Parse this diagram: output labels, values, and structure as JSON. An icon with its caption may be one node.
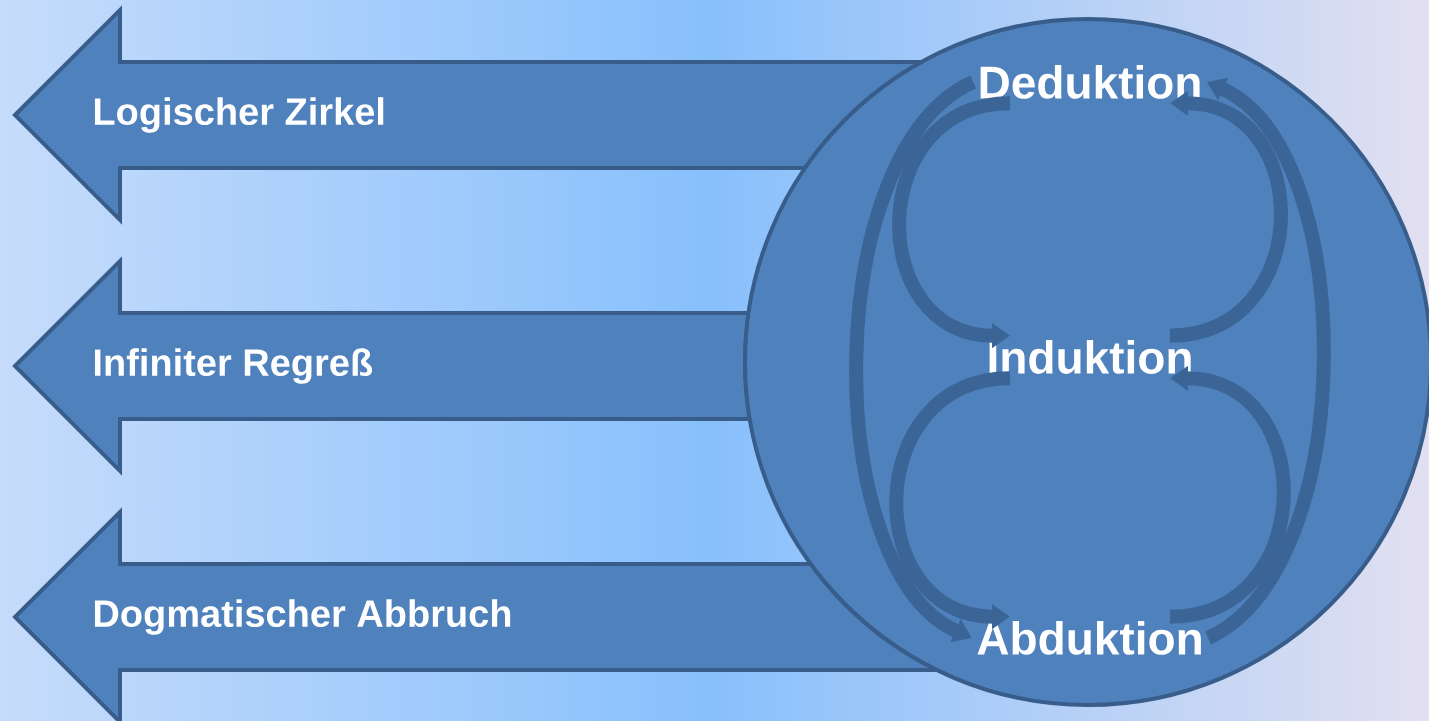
{
  "diagram": {
    "nodes": [
      {
        "text": [
          "Logischer Zirkel"
        ]
      },
      {
        "text": [
          "Infiniter Regreß"
        ]
      },
      {
        "text": [
          "Dogmatischer Abbruch"
        ]
      },
      {
        "text": [],
        "shape": "circle"
      },
      {
        "text": [
          "Deduktion"
        ],
        "in": 3
      },
      {
        "text": [
          "Induktion"
        ],
        "in": 3
      },
      {
        "text": [
          "Abduktion"
        ],
        "in": 3
      }
    ],
    "edges": [
      {
        "from": 4,
        "to": 5,
        "arrow": "to"
      },
      {
        "from": 5,
        "to": 4,
        "arrow": "to"
      },
      {
        "from": 5,
        "to": 6,
        "arrow": "to"
      },
      {
        "from": 6,
        "to": 5,
        "arrow": "to"
      },
      {
        "from": 4,
        "to": 6,
        "arrow": "to"
      },
      {
        "from": 6,
        "to": 4,
        "arrow": "to"
      }
    ]
  }
}
